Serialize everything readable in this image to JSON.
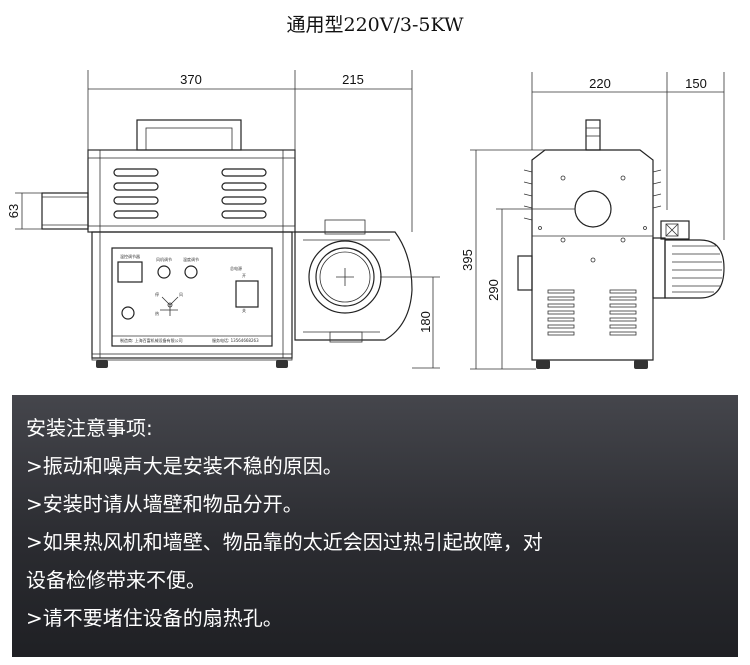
{
  "title": "通用型220V/3-5KW",
  "dimensions": {
    "width_left": "370",
    "width_fan": "215",
    "width_side": "220",
    "width_motor": "150",
    "duct_height": "63",
    "height_total": "395",
    "height_body": "290",
    "height_outlet": "180"
  },
  "panel": {
    "header": "温控调节器",
    "knob_left_label": "风机调节",
    "knob_right_label": "温度调节",
    "switch_label": "总电源",
    "switch_on": "开",
    "switch_off": "关",
    "rotary_labels": [
      "停",
      "风",
      "热"
    ],
    "footer_company": "制造商: 上海百富机械设备有限公司",
    "footer_phone": "服务电话: 13564668263"
  },
  "notes": {
    "heading": "安装注意事项:",
    "items": [
      ">振动和噪声大是安装不稳的原因。",
      ">安装时请从墙壁和物品分开。",
      ">如果热风机和墙壁、物品靠的太近会因过热引起故障，对",
      "设备检修带来不便。",
      ">请不要堵住设备的扇热孔。"
    ]
  },
  "colors": {
    "line": "#222222",
    "panel_gradient_top": "#45464c",
    "panel_gradient_bottom": "#1f2024",
    "notes_text": "#ffffff"
  }
}
